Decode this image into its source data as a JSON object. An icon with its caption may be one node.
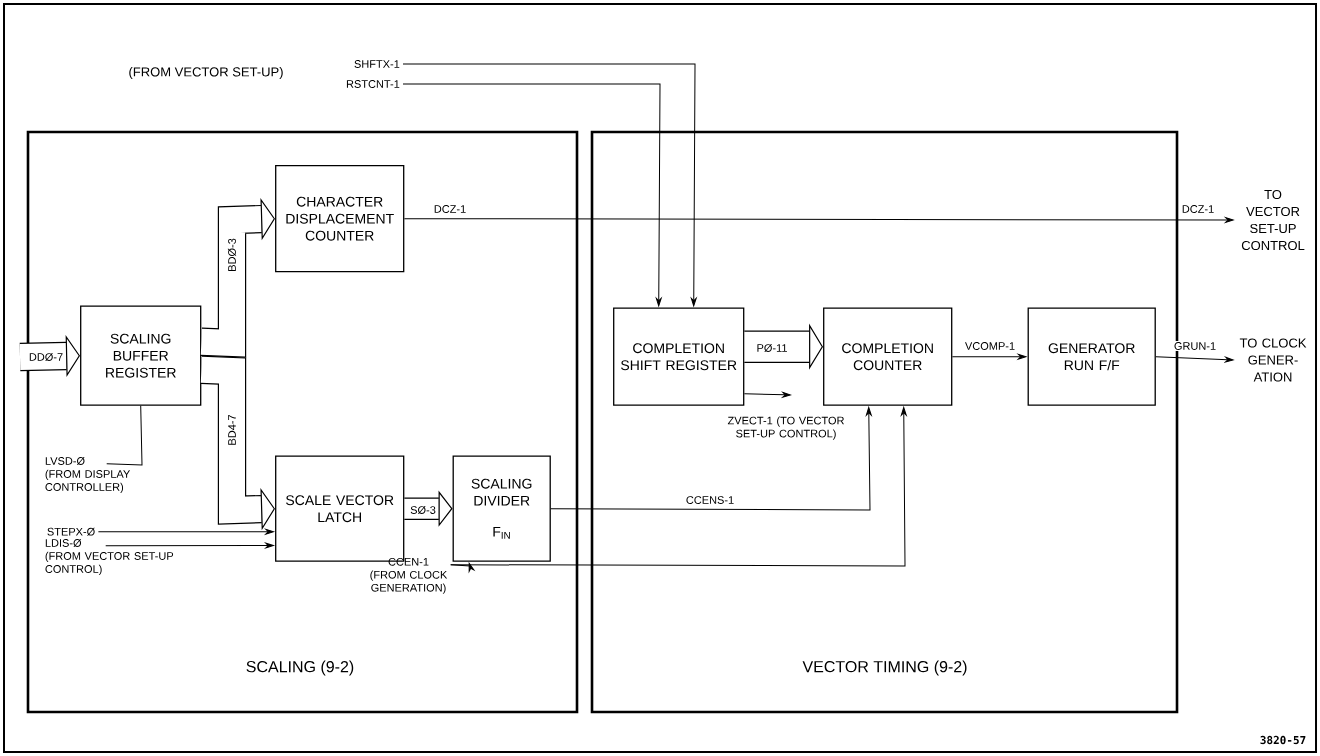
{
  "diagram": {
    "nodes": [
      {
        "text": [
          "SCALING (9-2)"
        ]
      },
      {
        "text": [
          "VECTOR TIMING (9-2)"
        ]
      },
      {
        "text": [
          "SCALING BUFFER REGISTER"
        ],
        "in": 0
      },
      {
        "text": [
          "CHARACTER DISPLACEMENT COUNTER"
        ],
        "in": 0
      },
      {
        "text": [
          "SCALE VECTOR LATCH"
        ],
        "in": 0
      },
      {
        "text": [
          "SCALING DIVIDER",
          "F$_{IN}$"
        ],
        "in": 0
      },
      {
        "text": [
          "COMPLETION SHIFT REGISTER"
        ],
        "in": 1
      },
      {
        "text": [
          "COMPLETION COUNTER"
        ],
        "in": 1
      },
      {
        "text": [
          "GENERATOR RUN F/F"
        ],
        "in": 1
      },
      {
        "text": [
          "SHFTX-1"
        ]
      },
      {
        "text": [
          "RSTCNT-1"
        ]
      },
      {
        "text": [
          "TO VECTOR SET-UP CONTROL"
        ]
      },
      {
        "text": [
          "TO CLOCK GENER- ATION"
        ]
      },
      {
        "text": [
          "LVSD-Ø",
          "(FROM DISPLAY CONTROLLER)"
        ],
        "in": 0
      },
      {
        "text": [
          "STEPX-Ø"
        ],
        "in": 0
      },
      {
        "text": [
          "LDIS-Ø",
          "(FROM VECTOR SET-UP CONTROL)"
        ],
        "in": 0
      },
      {
        "text": [
          "CCEN-1",
          "(FROM CLOCK GENERATION)"
        ],
        "in": 0
      }
    ],
    "edges": [
      {
        "from": null,
        "to": 2,
        "arrow": "to",
        "label": "DDØ-7",
        "style": "thick"
      },
      {
        "from": 2,
        "to": 3,
        "arrow": "to",
        "label": "BDØ-3",
        "style": "thick"
      },
      {
        "from": 2,
        "to": 4,
        "arrow": "to",
        "label": "BD4-7",
        "style": "thick"
      },
      {
        "from": 4,
        "to": 5,
        "arrow": "to",
        "label": "SØ-3",
        "style": "thick"
      },
      {
        "from": 13,
        "to": 2,
        "arrow": "none"
      },
      {
        "from": 14,
        "to": 4,
        "arrow": "to"
      },
      {
        "from": 15,
        "to": 4,
        "arrow": "to"
      },
      {
        "from": 16,
        "to": 5,
        "arrow": "to"
      },
      {
        "from": 16,
        "to": 7,
        "arrow": "to"
      },
      {
        "from": 5,
        "to": 7,
        "arrow": "to",
        "label": "CCENS-1"
      },
      {
        "from": 9,
        "to": 6,
        "arrow": "to"
      },
      {
        "from": 10,
        "to": 6,
        "arrow": "to"
      },
      {
        "from": 3,
        "to": 11,
        "arrow": "to",
        "label": "DCZ-1"
      },
      {
        "from": 6,
        "to": 7,
        "arrow": "to",
        "label": "PØ-11",
        "style": "thick"
      },
      {
        "from": 6,
        "to": null,
        "arrow": "to",
        "label": "ZVECT-1 (TO VECTOR SET-UP CONTROL)"
      },
      {
        "from": 7,
        "to": 8,
        "arrow": "to",
        "label": "VCOMP-1"
      },
      {
        "from": 8,
        "to": 12,
        "arrow": "to",
        "label": "GRUN-1"
      }
    ],
    "labels": [
      "(FROM VECTOR SET-UP)",
      "DCZ-1",
      "3820-57"
    ]
  }
}
